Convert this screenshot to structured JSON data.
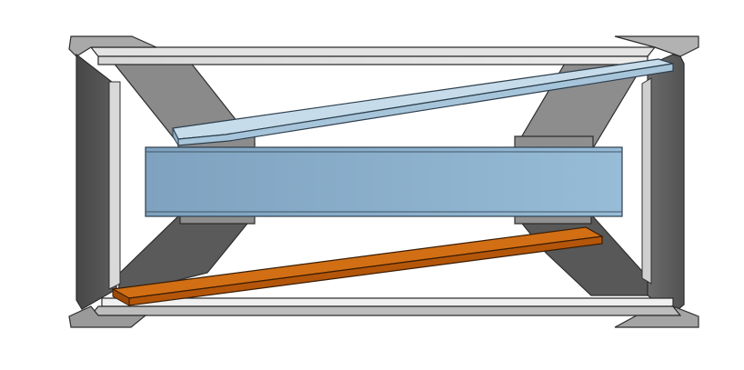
{
  "scene": {
    "type": "3D CAD assembly view",
    "parts": [
      {
        "name": "outer-frame",
        "color": "#6f6f6f"
      },
      {
        "name": "diagonal-brace-top-left",
        "color": "#8a8a8a"
      },
      {
        "name": "diagonal-brace-top-right",
        "color": "#8a8a8a"
      },
      {
        "name": "diagonal-brace-bottom-left",
        "color": "#5c5c5c"
      },
      {
        "name": "diagonal-brace-bottom-right",
        "color": "#5c5c5c"
      },
      {
        "name": "center-beam",
        "color": "#8bb0cc"
      },
      {
        "name": "light-blue-slat",
        "color": "#b7d3e6"
      },
      {
        "name": "orange-slat",
        "color": "#c8660f"
      }
    ]
  }
}
